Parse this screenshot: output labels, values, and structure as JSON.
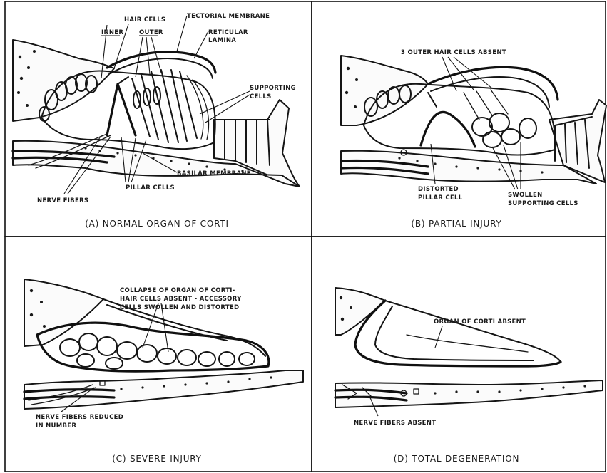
{
  "panels": {
    "a": {
      "caption": "(A) NORMAL ORGAN OF CORTI",
      "labels": {
        "hair_cells": "HAIR CELLS",
        "inner": "INNER",
        "outer": "OUTER",
        "tectorial_membrane": "TECTORIAL MEMBRANE",
        "reticular": "RETICULAR",
        "lamina": "LAMINA",
        "supporting": "SUPPORTING",
        "cells": "CELLS",
        "basilar_membrane": "BASILAR MEMBRANE",
        "pillar_cells": "PILLAR CELLS",
        "nerve_fibers": "NERVE FIBERS"
      }
    },
    "b": {
      "caption": "(B) PARTIAL INJURY",
      "labels": {
        "outer_hair_cells_absent": "3 OUTER HAIR CELLS ABSENT",
        "distorted": "DISTORTED",
        "pillar_cell": "PILLAR CELL",
        "swollen": "SWOLLEN",
        "supporting_cells": "SUPPORTING CELLS"
      }
    },
    "c": {
      "caption": "(C) SEVERE INJURY",
      "labels": {
        "collapse_line1": "COLLAPSE OF ORGAN OF CORTI-",
        "collapse_line2": "HAIR CELLS ABSENT - ACCESSORY",
        "collapse_line3": "CELLS SWOLLEN AND DISTORTED",
        "nerve_reduced_line1": "NERVE FIBERS REDUCED",
        "nerve_reduced_line2": "IN NUMBER"
      }
    },
    "d": {
      "caption": "(D) TOTAL DEGENERATION",
      "labels": {
        "organ_absent": "ORGAN OF CORTI ABSENT",
        "nerve_absent": "NERVE FIBERS ABSENT"
      }
    }
  }
}
